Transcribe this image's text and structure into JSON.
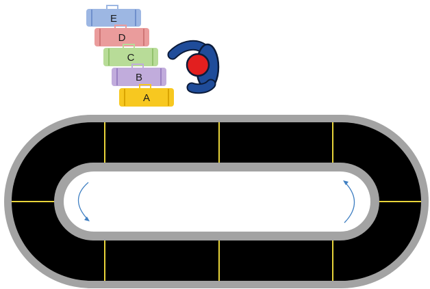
{
  "suitcases": [
    {
      "label": "E",
      "color": "#9db7e3"
    },
    {
      "label": "D",
      "color": "#ea9c9c"
    },
    {
      "label": "C",
      "color": "#b8dc98"
    },
    {
      "label": "B",
      "color": "#c1acdc"
    },
    {
      "label": "A",
      "color": "#f7c820"
    }
  ],
  "colors": {
    "track_outer": "#a3a3a3",
    "track_surface": "#000000",
    "lane_marker": "#e8d43a",
    "arrow": "#3f7fc2",
    "person_body": "#1f4c9a",
    "person_head": "#e21f1f"
  },
  "track": {
    "segment_markers": 8,
    "direction_arrows": 2
  },
  "person": {
    "icon": "person-top-view-icon"
  }
}
